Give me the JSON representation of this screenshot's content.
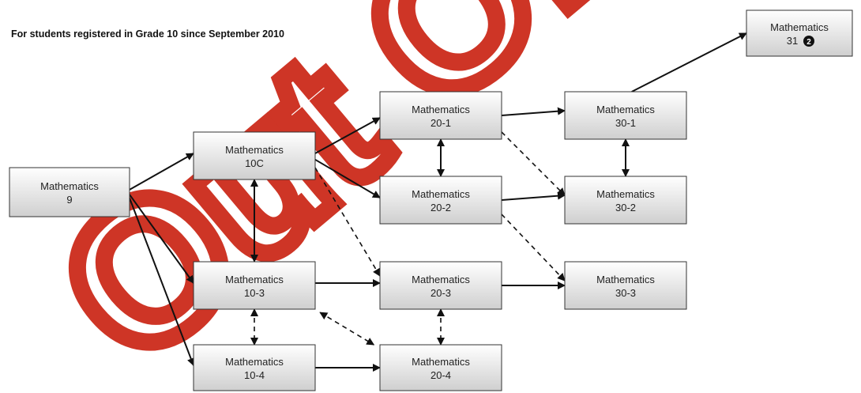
{
  "subtitle": "For students registered in Grade 10 since September 2010",
  "watermark": "Out Of Date",
  "watermark_color": "#c9200f",
  "box_fill_top": "#ffffff",
  "box_fill_bottom": "#cfcfcf",
  "courses": [
    {
      "id": "m9",
      "line1": "Mathematics",
      "line2": "9"
    },
    {
      "id": "m10c",
      "line1": "Mathematics",
      "line2": "10C"
    },
    {
      "id": "m103",
      "line1": "Mathematics",
      "line2": "10-3"
    },
    {
      "id": "m104",
      "line1": "Mathematics",
      "line2": "10-4"
    },
    {
      "id": "m201",
      "line1": "Mathematics",
      "line2": "20-1"
    },
    {
      "id": "m202",
      "line1": "Mathematics",
      "line2": "20-2"
    },
    {
      "id": "m203",
      "line1": "Mathematics",
      "line2": "20-3"
    },
    {
      "id": "m204",
      "line1": "Mathematics",
      "line2": "20-4"
    },
    {
      "id": "m301",
      "line1": "Mathematics",
      "line2": "30-1"
    },
    {
      "id": "m302",
      "line1": "Mathematics",
      "line2": "30-2"
    },
    {
      "id": "m303",
      "line1": "Mathematics",
      "line2": "30-3"
    },
    {
      "id": "m31",
      "line1": "Mathematics",
      "line2": "31",
      "badge": "2"
    }
  ],
  "arrows": [
    {
      "from": "m9",
      "to": "m10c",
      "style": "solid"
    },
    {
      "from": "m9",
      "to": "m103",
      "style": "solid"
    },
    {
      "from": "m9",
      "to": "m104",
      "style": "solid"
    },
    {
      "from": "m10c",
      "to": "m201",
      "style": "solid"
    },
    {
      "from": "m10c",
      "to": "m202",
      "style": "solid"
    },
    {
      "from": "m10c",
      "to": "m203",
      "style": "dashed"
    },
    {
      "from": "m10c",
      "to": "m103",
      "style": "solid",
      "both": true
    },
    {
      "from": "m103",
      "to": "m203",
      "style": "solid"
    },
    {
      "from": "m103",
      "to": "m104",
      "style": "dashed",
      "both": true
    },
    {
      "from": "m103",
      "to": "m204",
      "style": "dashed",
      "both": true
    },
    {
      "from": "m104",
      "to": "m204",
      "style": "solid"
    },
    {
      "from": "m201",
      "to": "m202",
      "style": "solid",
      "both": true
    },
    {
      "from": "m201",
      "to": "m301",
      "style": "solid"
    },
    {
      "from": "m201",
      "to": "m302",
      "style": "dashed"
    },
    {
      "from": "m202",
      "to": "m302",
      "style": "solid"
    },
    {
      "from": "m202",
      "to": "m303",
      "style": "dashed"
    },
    {
      "from": "m203",
      "to": "m303",
      "style": "solid"
    },
    {
      "from": "m203",
      "to": "m204",
      "style": "dashed",
      "both": true
    },
    {
      "from": "m301",
      "to": "m302",
      "style": "solid",
      "both": true
    },
    {
      "from": "m301",
      "to": "m31",
      "style": "solid"
    }
  ]
}
